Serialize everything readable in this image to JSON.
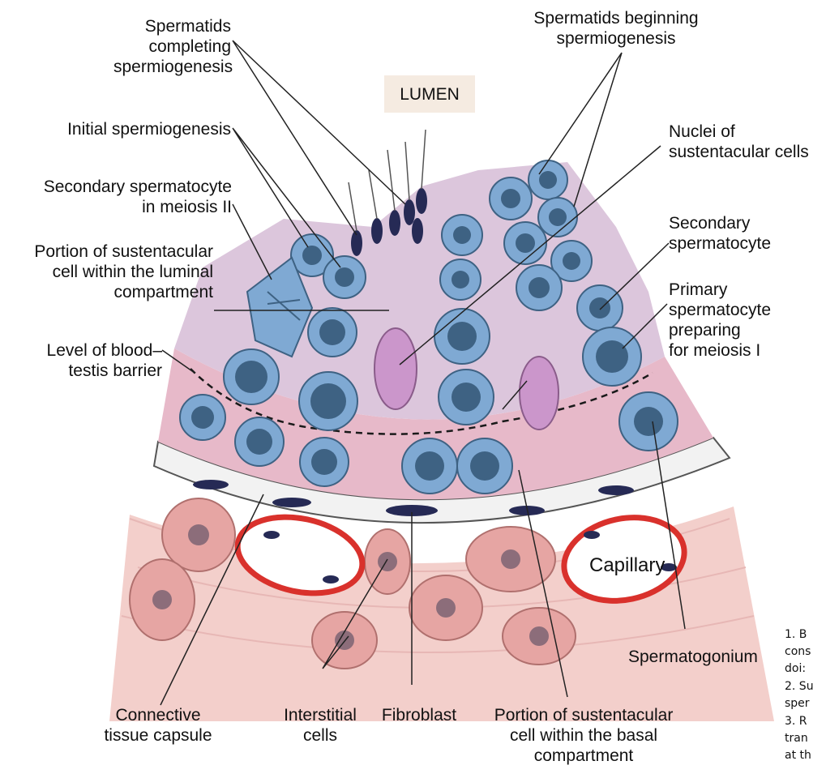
{
  "labels": {
    "lumen": "LUMEN",
    "spermatids_completing": [
      "Spermatids",
      "completing",
      "spermiogenesis"
    ],
    "spermatids_beginning": [
      "Spermatids beginning",
      "spermiogenesis"
    ],
    "initial_spermiogenesis": "Initial spermiogenesis",
    "nuclei_sustentacular": [
      "Nuclei of",
      "sustentacular cells"
    ],
    "secondary_spermatocyte_meiosis": [
      "Secondary spermatocyte",
      "in meiosis II"
    ],
    "secondary_spermatocyte": [
      "Secondary",
      "spermatocyte"
    ],
    "portion_luminal": [
      "Portion of sustentacular",
      "cell within the luminal",
      "compartment"
    ],
    "primary_spermatocyte": [
      "Primary",
      "spermatocyte",
      "preparing",
      "for meiosis I"
    ],
    "blood_testis_barrier": [
      "Level of blood–",
      "testis barrier"
    ],
    "capillary": "Capillary",
    "spermatogonium": "Spermatogonium",
    "connective_tissue": [
      "Connective",
      "tissue capsule"
    ],
    "interstitial_cells": [
      "Interstitial",
      "cells"
    ],
    "fibroblast": "Fibroblast",
    "portion_basal": [
      "Portion of sustentacular",
      "cell within the basal",
      "compartment"
    ]
  },
  "references": [
    "1. B",
    "cons",
    "doi:",
    "2. Su",
    "sper",
    "3. R",
    "tran",
    "at th"
  ],
  "colors": {
    "seminiferous_epithelium": "#dcc6dc",
    "basal_compartment": "#e7b9c9",
    "connective_tissue": "#f3cfcb",
    "germ_cell": "#7fa9d3",
    "nucleus": "#3e6283",
    "sertoli_nucleus": "#cb96cb",
    "capillary_wall": "#d9312c",
    "spermatid_head": "#262a55"
  }
}
